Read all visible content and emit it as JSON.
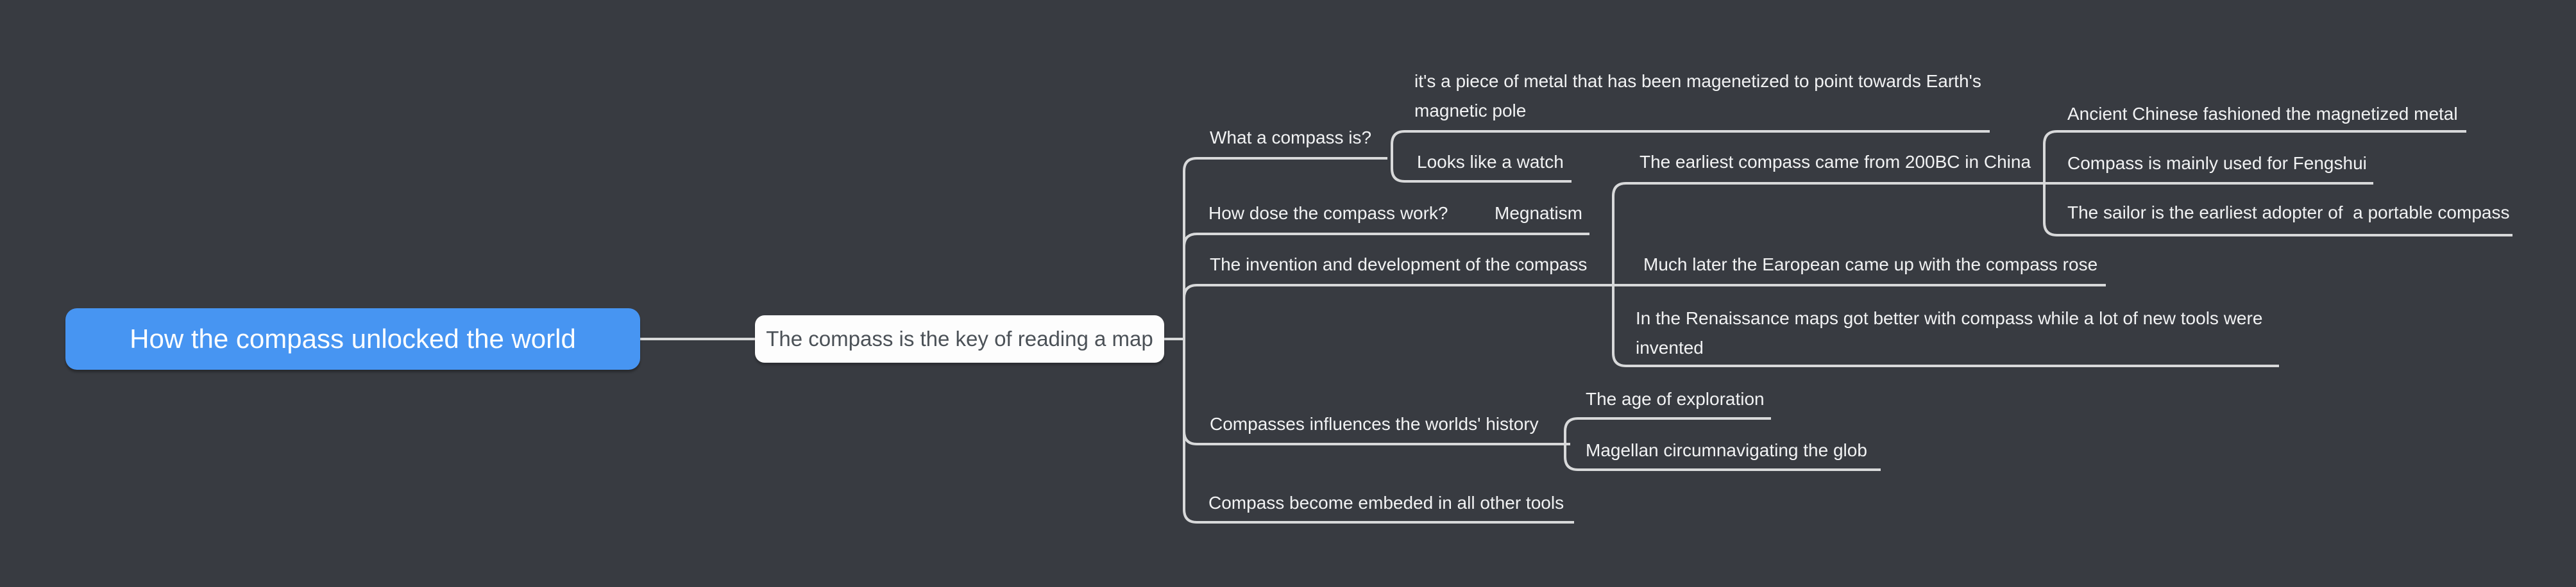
{
  "colors": {
    "background": "#383b41",
    "connector_line": "#d8d9da",
    "topic_text": "#f1f2f3",
    "root_fill": "#4795f2",
    "root_text": "#fdfefe",
    "central_fill": "#fdfdfd",
    "central_text": "#4b5157"
  },
  "mindmap": {
    "root": {
      "label": "How the compass unlocked the world"
    },
    "central": {
      "label": "The compass is the key of reading a map"
    },
    "topics": [
      {
        "label": "What a compass is?",
        "children": [
          {
            "label": "it's a piece of metal that has been magenetized to point towards Earth's magnetic pole"
          },
          {
            "label": "Looks like a watch"
          }
        ]
      },
      {
        "label": "How dose the compass work?",
        "children": [
          {
            "label": "Megnatism"
          }
        ]
      },
      {
        "label": "The invention and development of the compass",
        "children": [
          {
            "label": "The earliest compass came from 200BC in China",
            "children": [
              {
                "label": "Ancient Chinese fashioned the magnetized metal"
              },
              {
                "label": "Compass is mainly used for Fengshui"
              },
              {
                "label": "The sailor is the earliest adopter of  a portable compass"
              }
            ]
          },
          {
            "label": "Much later the Earopean came up with the compass rose"
          },
          {
            "label": "In the Renaissance maps got better with compass while a lot of new tools were invented"
          }
        ]
      },
      {
        "label": "Compasses influences the worlds' history",
        "children": [
          {
            "label": "The age of exploration"
          },
          {
            "label": "Magellan circumnavigating the glob"
          }
        ]
      },
      {
        "label": "Compass become embeded in all other tools"
      }
    ]
  }
}
